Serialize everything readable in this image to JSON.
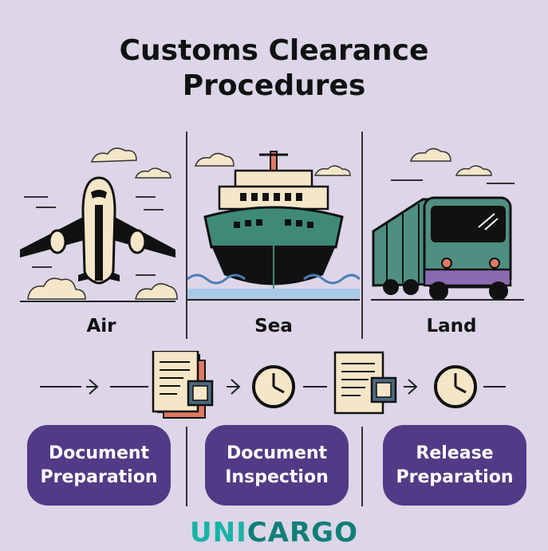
{
  "title": "Customs Clearance\nProcedures",
  "modes": [
    {
      "label": "Air",
      "icon": "airplane-icon"
    },
    {
      "label": "Sea",
      "icon": "ship-icon"
    },
    {
      "label": "Land",
      "icon": "truck-icon"
    }
  ],
  "steps": [
    {
      "label": "Document\nPreparation"
    },
    {
      "label": "Document\nInspection"
    },
    {
      "label": "Release\nPreparation"
    }
  ],
  "logo": {
    "part1": "UNI",
    "part2": "CARGO"
  },
  "colors": {
    "background": "#dcd6e8",
    "step_button": "#533a86",
    "logo_light": "#17b3a6",
    "logo_dark": "#0f7f78",
    "ship_hull_green": "#3e8a76",
    "truck_green": "#4e8f82"
  },
  "flow_icons": [
    "arrow-icon",
    "document-icon",
    "clock-icon",
    "document-icon",
    "clock-icon"
  ]
}
